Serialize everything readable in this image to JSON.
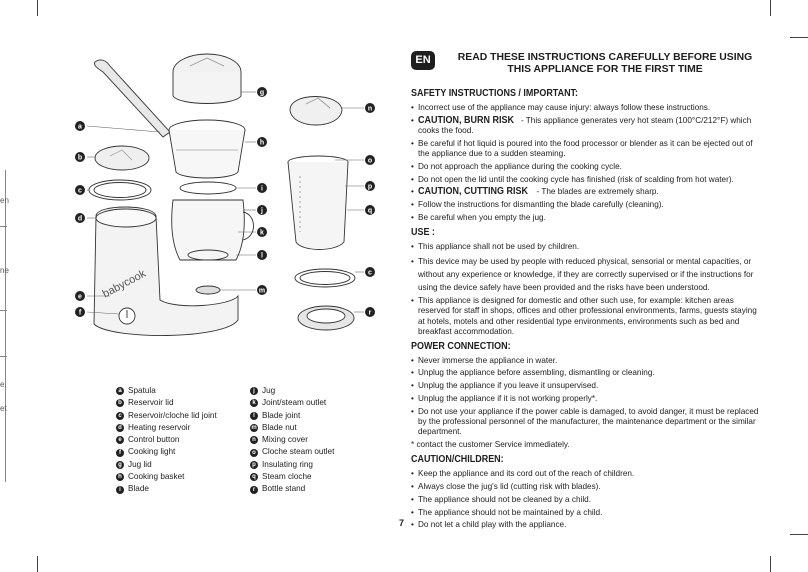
{
  "lang_badge": "EN",
  "title": [
    "READ THESE INSTRUCTIONS CAREFULLY BEFORE USING",
    "THIS APPLIANCE FOR THE FIRST TIME"
  ],
  "edge_fragments": [
    "en",
    "ne",
    "e.",
    "et"
  ],
  "diagram": {
    "brand_text": "babycook",
    "callouts": [
      "a",
      "b",
      "c",
      "d",
      "e",
      "f",
      "g",
      "h",
      "i",
      "j",
      "k",
      "l",
      "m",
      "n",
      "o",
      "p",
      "q",
      "c",
      "r"
    ]
  },
  "legend_left": [
    {
      "letter": "a",
      "label": "Spatula"
    },
    {
      "letter": "b",
      "label": "Reservoir lid"
    },
    {
      "letter": "c",
      "label": "Reservoir/cloche lid joint"
    },
    {
      "letter": "d",
      "label": "Heating reservoir"
    },
    {
      "letter": "e",
      "label": "Control button"
    },
    {
      "letter": "f",
      "label": "Cooking light"
    },
    {
      "letter": "g",
      "label": "Jug lid"
    },
    {
      "letter": "h",
      "label": "Cooking basket"
    },
    {
      "letter": "i",
      "label": "Blade"
    }
  ],
  "legend_right": [
    {
      "letter": "j",
      "label": "Jug"
    },
    {
      "letter": "k",
      "label": "Joint/steam outlet"
    },
    {
      "letter": "l",
      "label": "Blade joint"
    },
    {
      "letter": "m",
      "label": "Blade nut"
    },
    {
      "letter": "n",
      "label": "Mixing cover"
    },
    {
      "letter": "o",
      "label": "Cloche steam outlet"
    },
    {
      "letter": "p",
      "label": "Insulating ring"
    },
    {
      "letter": "q",
      "label": "Steam cloche"
    },
    {
      "letter": "r",
      "label": "Bottle stand"
    }
  ],
  "sections": {
    "safety": {
      "heading": "SAFETY INSTRUCTIONS / IMPORTANT:",
      "items": [
        {
          "text": "Incorrect use of the appliance may cause injury: always follow these instructions."
        },
        {
          "emph": "CAUTION, BURN RISK",
          "text": " - This appliance generates very hot steam (100°C/212°F) which cooks the food."
        },
        {
          "text": "Be careful if hot liquid is poured into the food processor or blender as it can be ejected out of the appliance due to a sudden steaming."
        },
        {
          "text": "Do not approach the appliance during the cooking cycle."
        },
        {
          "text": "Do not open the lid until the cooking cycle has finished (risk of scalding from hot water)."
        },
        {
          "emph": "CAUTION, CUTTING RISK",
          "text": " - The blades are extremely sharp."
        },
        {
          "text": "Follow the instructions for dismantling the blade carefully (cleaning)."
        },
        {
          "text": "Be careful when you empty the jug."
        }
      ]
    },
    "use": {
      "heading": "USE :",
      "items": [
        "This appliance shall not be used by children.",
        "This device may be used by people with reduced physical, sensorial or mental capacities, or without any experience or knowledge, if they are correctly supervised or if the instructions for using the device safely have been provided and the risks have been understood.",
        "This appliance is designed for domestic and other such use, for example: kitchen areas reserved for staff in shops, offices and other professional environments, farms, guests staying at hotels, motels and other residential type environments, environments such as bed and breakfast accommodation."
      ]
    },
    "power": {
      "heading": "POWER CONNECTION:",
      "items": [
        "Never immerse the appliance in water.",
        "Unplug the appliance before assembling, dismantling or cleaning.",
        "Unplug the appliance if you leave it unsupervised.",
        "Unplug the appliance if it is not working properly*.",
        "Do not use your appliance if the power cable is damaged, to avoid danger, it must be replaced by the professional personnel of the manufacturer, the maintenance department or the similar department."
      ],
      "note": "* contact the customer Service immediately."
    },
    "children": {
      "heading": "CAUTION/CHILDREN:",
      "items": [
        "Keep the appliance and its cord out of the reach of children.",
        "Always close the jug's lid (cutting risk with blades).",
        "The appliance should not be cleaned by a child.",
        "The appliance should not be maintained by a child.",
        "Do not let a child play with the appliance."
      ]
    }
  },
  "page_number": "7"
}
